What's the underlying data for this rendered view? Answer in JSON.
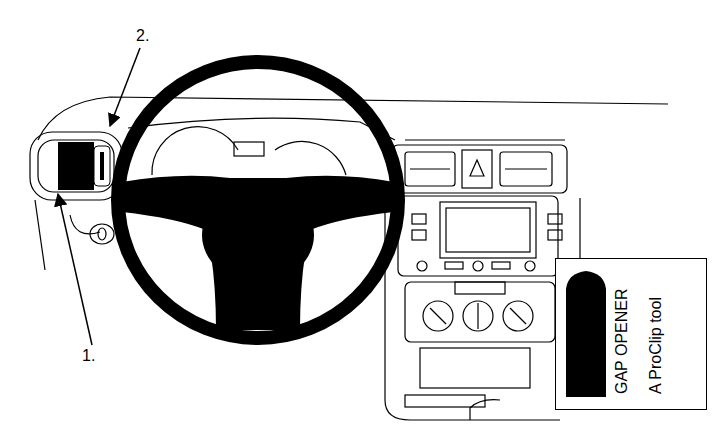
{
  "diagram": {
    "nodes": [
      {
        "text": [
          "GAP OPENER",
          "A ProClip tool"
        ]
      }
    ],
    "labels": [
      "2.",
      "1."
    ]
  }
}
